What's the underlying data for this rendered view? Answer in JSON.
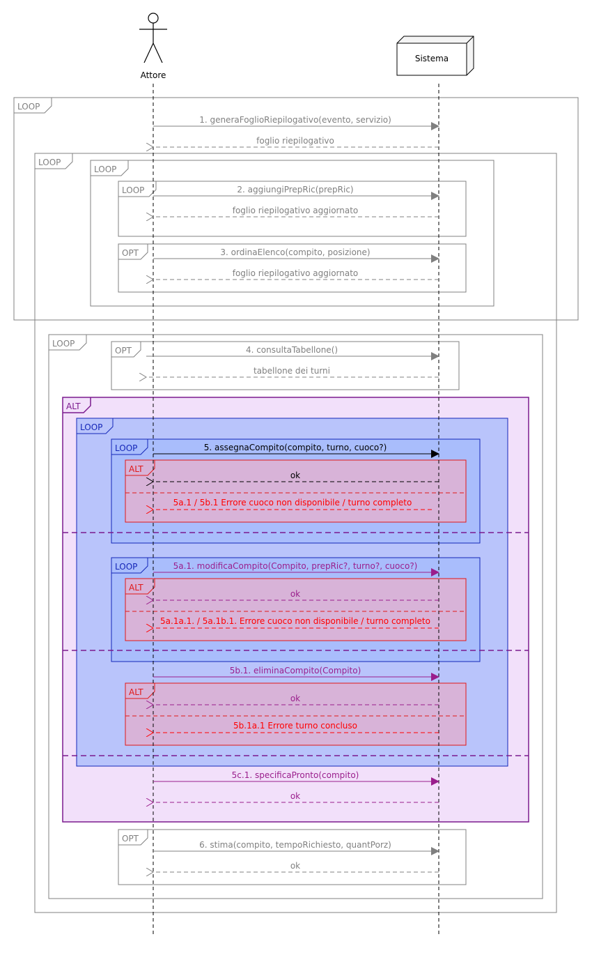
{
  "colors": {
    "gray": "#808080",
    "black": "#000000",
    "purple": "#9a1e8c",
    "red": "#ff0000",
    "alt_outer_fill": "#f2e0fa",
    "alt_outer_stroke": "#7b1a8e",
    "loop_blue_fill": "#b9c4fb",
    "loop_blue_inner_fill": "#a9bdfc",
    "loop_blue_stroke": "#1426b8",
    "alt_red_fill": "#d8b3d8",
    "alt_red_stroke": "#e01818"
  },
  "participants": {
    "actor": "Attore",
    "system": "Sistema"
  },
  "frames": {
    "f1": "LOOP",
    "f2": "LOOP",
    "f3": "LOOP",
    "f4": "LOOP",
    "f5": "OPT",
    "f6": "LOOP",
    "f7": "OPT",
    "f8": "ALT",
    "f9": "LOOP",
    "f10": "LOOP",
    "f11": "ALT",
    "f12": "LOOP",
    "f13": "ALT",
    "f14": "ALT",
    "f15": "OPT"
  },
  "messages": {
    "m1": "1. generaFoglioRiepilogativo(evento, servizio)",
    "m2": "foglio riepilogativo",
    "m3": "2. aggiungiPrepRic(prepRic)",
    "m4": "foglio riepilogativo aggiornato",
    "m5": "3. ordinaElenco(compito, posizione)",
    "m6": "foglio riepilogativo aggiornato",
    "m7": "4. consultaTabellone()",
    "m8": "tabellone dei turni",
    "m9": "5. assegnaCompito(compito, turno, cuoco?)",
    "m10": "ok",
    "m11": "5a.1 / 5b.1 Errore cuoco non disponibile / turno completo",
    "m12": "5a.1. modificaCompito(Compito, prepRic?, turno?, cuoco?)",
    "m13": "ok",
    "m14": "5a.1a.1. / 5a.1b.1. Errore cuoco non disponibile / turno completo",
    "m15": "5b.1. eliminaCompito(Compito)",
    "m16": "ok",
    "m17": "5b.1a.1 Errore turno concluso",
    "m18": "5c.1. specificaPronto(compito)",
    "m19": "ok",
    "m20": "6. stima(compito, tempoRichiesto, quantPorz)",
    "m21": "ok"
  }
}
